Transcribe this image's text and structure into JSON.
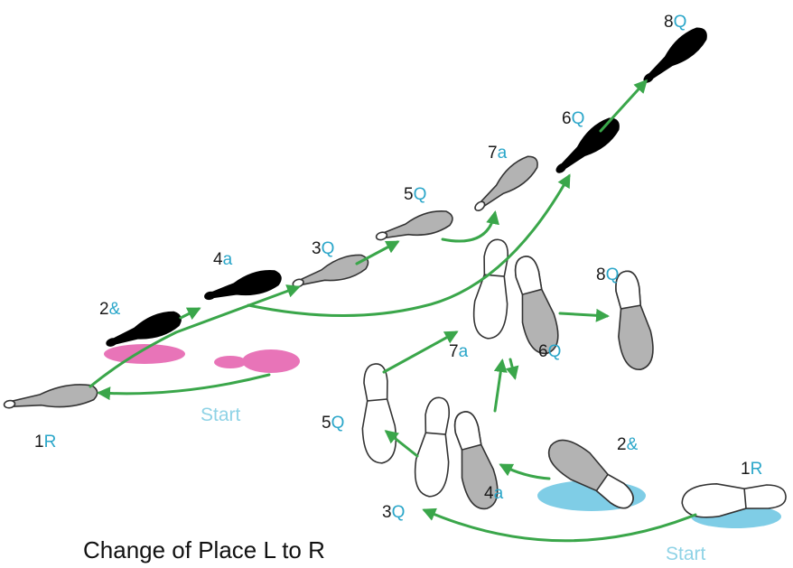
{
  "title": "Change of Place L to R",
  "colors": {
    "arrow": "#3aa64a",
    "count_label": "#2aa6c9",
    "start_label": "#8fd3e6",
    "lady_start_shadow": "#e874b8",
    "man_start_shadow": "#7fcde6",
    "man_shoe_fill": "#000000",
    "lady_shoe_fill": "#b3b3b3"
  },
  "lady": {
    "start_label": "Start",
    "steps": [
      {
        "num": "1",
        "cue": "R"
      },
      {
        "num": "2",
        "cue": "&"
      },
      {
        "num": "3",
        "cue": "Q"
      },
      {
        "num": "4",
        "cue": "a"
      },
      {
        "num": "5",
        "cue": "Q"
      },
      {
        "num": "6",
        "cue": "Q"
      },
      {
        "num": "7",
        "cue": "a"
      },
      {
        "num": "8",
        "cue": "Q"
      }
    ]
  },
  "man": {
    "start_label": "Start",
    "steps": [
      {
        "num": "1",
        "cue": "R"
      },
      {
        "num": "2",
        "cue": "&"
      },
      {
        "num": "3",
        "cue": "Q"
      },
      {
        "num": "4",
        "cue": "a"
      },
      {
        "num": "5",
        "cue": "Q"
      },
      {
        "num": "6",
        "cue": "Q"
      },
      {
        "num": "7",
        "cue": "a"
      },
      {
        "num": "8",
        "cue": "Q"
      }
    ]
  }
}
